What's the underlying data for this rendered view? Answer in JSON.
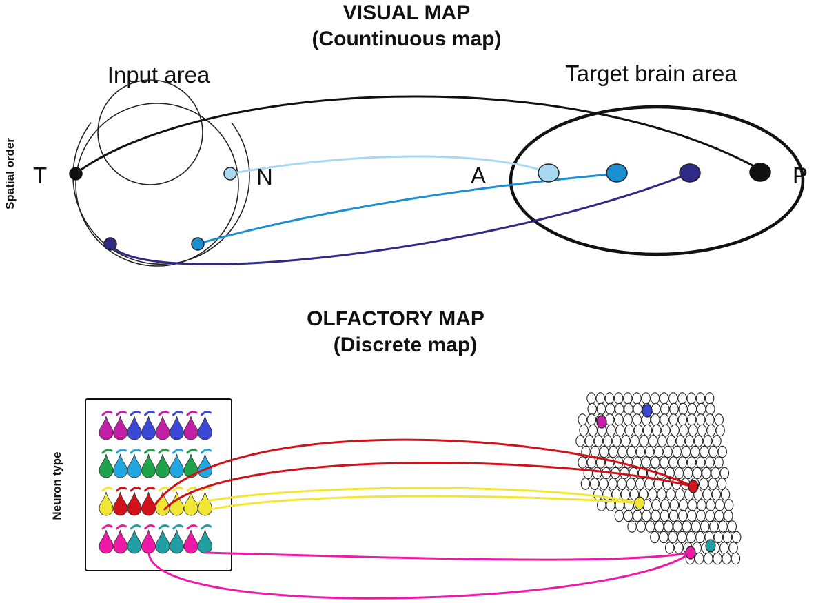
{
  "visual_map": {
    "title": "VISUAL MAP",
    "subtitle": "(Countinuous map)",
    "input_label": "Input area",
    "target_label": "Target brain area",
    "axis_label": "Spatial order",
    "letters": {
      "t": "T",
      "n": "N",
      "a": "A",
      "p": "P"
    },
    "colors": {
      "black": "#111111",
      "light_blue": "#a9d8f1",
      "mid_blue": "#1b8fd0",
      "dark_blue": "#2e2a85"
    }
  },
  "olfactory_map": {
    "title": "OLFACTORY MAP",
    "subtitle": "(Discrete map)",
    "axis_label": "Neuron type",
    "colors": {
      "magenta": "#c21fa6",
      "blue": "#3b48d6",
      "green": "#1fa34a",
      "cyan": "#22a8e0",
      "yellow": "#f1e634",
      "red": "#d1121b",
      "pink": "#ee1aa6",
      "teal": "#1f9fa4"
    },
    "neuron_rows": [
      [
        "magenta",
        "magenta",
        "blue",
        "blue",
        "magenta",
        "blue",
        "magenta",
        "blue"
      ],
      [
        "green",
        "cyan",
        "cyan",
        "green",
        "green",
        "cyan",
        "green",
        "cyan"
      ],
      [
        "yellow",
        "red",
        "red",
        "red",
        "yellow",
        "yellow",
        "yellow",
        "yellow"
      ],
      [
        "pink",
        "pink",
        "teal",
        "pink",
        "teal",
        "teal",
        "pink",
        "teal"
      ]
    ]
  }
}
